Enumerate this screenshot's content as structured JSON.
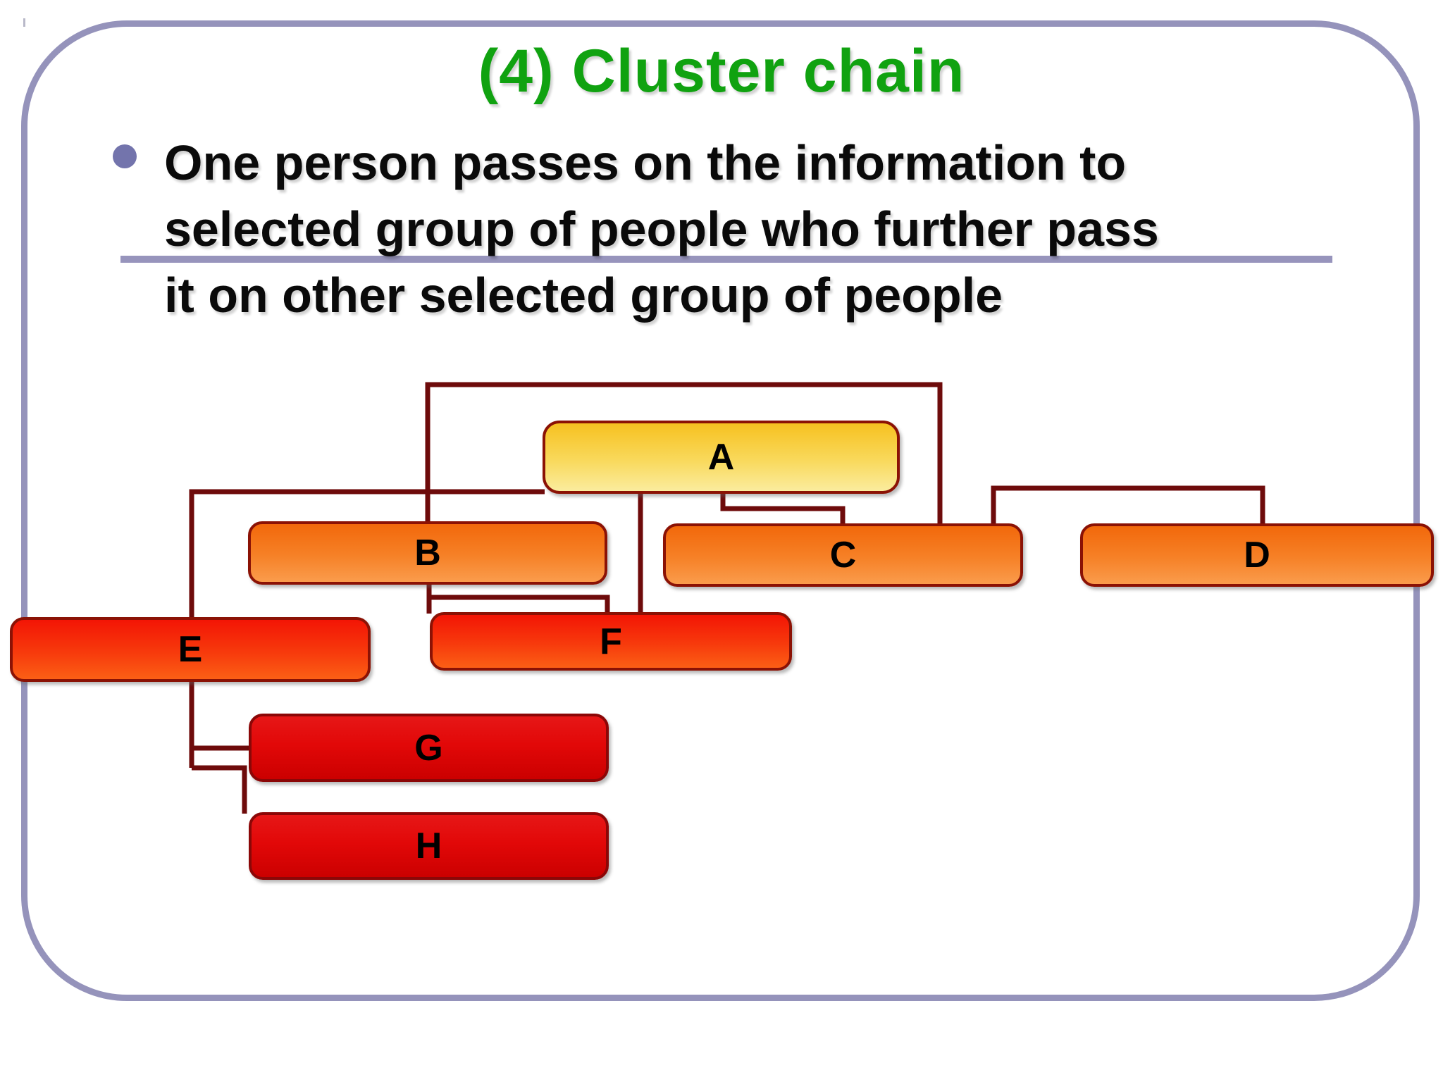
{
  "slide": {
    "title": "(4) Cluster chain",
    "bullet": {
      "icon": "bullet-dot-icon",
      "lines": [
        "One person passes on the information to",
        "selected group of people who further pass",
        "it on other selected group of people"
      ]
    },
    "diagram": {
      "type": "cluster-chain-hierarchy",
      "nodes": [
        {
          "id": "A",
          "label": "A",
          "fill_top": "#f6c120",
          "fill_bottom": "#faec9e"
        },
        {
          "id": "B",
          "label": "B",
          "fill_top": "#f2680b",
          "fill_bottom": "#fa9c4c"
        },
        {
          "id": "C",
          "label": "C",
          "fill_top": "#f2680b",
          "fill_bottom": "#fa9c4c"
        },
        {
          "id": "D",
          "label": "D",
          "fill_top": "#f2680b",
          "fill_bottom": "#fa9c4c"
        },
        {
          "id": "E",
          "label": "E",
          "fill_top": "#f31505",
          "fill_bottom": "#fb5f15"
        },
        {
          "id": "F",
          "label": "F",
          "fill_top": "#f31505",
          "fill_bottom": "#fb5f15"
        },
        {
          "id": "G",
          "label": "G",
          "fill_top": "#e61717",
          "fill_bottom": "#cb0000"
        },
        {
          "id": "H",
          "label": "H",
          "fill_top": "#e61717",
          "fill_bottom": "#cb0000"
        }
      ],
      "edges": [
        {
          "from": "A",
          "to": "B"
        },
        {
          "from": "A",
          "to": "C"
        },
        {
          "from": "A",
          "to": "E"
        },
        {
          "from": "A",
          "to": "F"
        },
        {
          "from": "B",
          "to": "F"
        },
        {
          "from": "C",
          "to": "D"
        },
        {
          "from": "E",
          "to": "G"
        },
        {
          "from": "E",
          "to": "H"
        }
      ]
    },
    "colors": {
      "title_green": "#10a210",
      "slide_border_purple": "#9593bb",
      "divider_line": "#9794bc",
      "bullet_dot": "#7374ac",
      "connector_maroon": "#6e0b0b",
      "node_border": "#8b1205",
      "text": "#0a0a0a"
    }
  }
}
